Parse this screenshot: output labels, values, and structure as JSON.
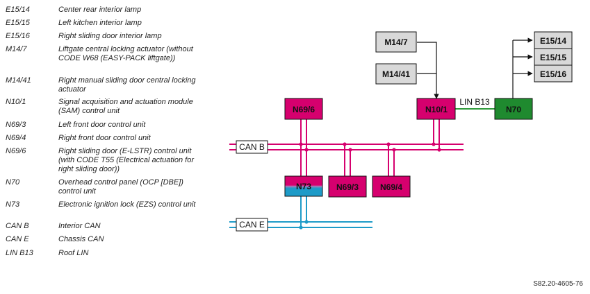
{
  "legend": [
    {
      "code": "E15/14",
      "desc": "Center rear interior lamp"
    },
    {
      "code": "E15/15",
      "desc": "Left kitchen interior lamp"
    },
    {
      "code": "E15/16",
      "desc": "Right sliding door interior lamp"
    },
    {
      "code": "M14/7",
      "desc": "Liftgate central locking actuator (without CODE W68 (EASY-PACK liftgate))"
    },
    {
      "code": "M14/41",
      "desc": "Right manual sliding door central locking actuator"
    },
    {
      "code": "N10/1",
      "desc": "Signal acquisition and actuation module (SAM) control unit"
    },
    {
      "code": "N69/3",
      "desc": "Left front door control unit"
    },
    {
      "code": "N69/4",
      "desc": "Right front door control unit"
    },
    {
      "code": "N69/6",
      "desc": "Right sliding door (E-LSTR) control unit (with CODE T55 (Electrical actuation for right sliding door))"
    },
    {
      "code": "N70",
      "desc": "Overhead control panel (OCP [DBE]) control unit"
    },
    {
      "code": "N73",
      "desc": "Electronic ignition lock (EZS) control unit"
    },
    {
      "code": "CAN B",
      "desc": "Interior CAN"
    },
    {
      "code": "CAN E",
      "desc": "Chassis CAN"
    },
    {
      "code": "LIN B13",
      "desc": "Roof LIN"
    }
  ],
  "diagram": {
    "nodes": {
      "m14_7": "M14/7",
      "m14_41": "M14/41",
      "e15_14": "E15/14",
      "e15_15": "E15/15",
      "e15_16": "E15/16",
      "n69_6": "N69/6",
      "n10_1": "N10/1",
      "n70": "N70",
      "n73": "N73",
      "n69_3": "N69/3",
      "n69_4": "N69/4"
    },
    "bus_labels": {
      "can_b": "CAN B",
      "can_e": "CAN E",
      "lin_b13": "LIN B13"
    },
    "colors": {
      "can_b": "#d6006e",
      "can_e": "#1e9bc8",
      "lin": "#2e9a3a",
      "ecu_magenta": "#d6006e",
      "ecu_green": "#1f8a2f",
      "component_grey": "#d9d9d9"
    }
  },
  "reference": "S82.20-4605-76"
}
